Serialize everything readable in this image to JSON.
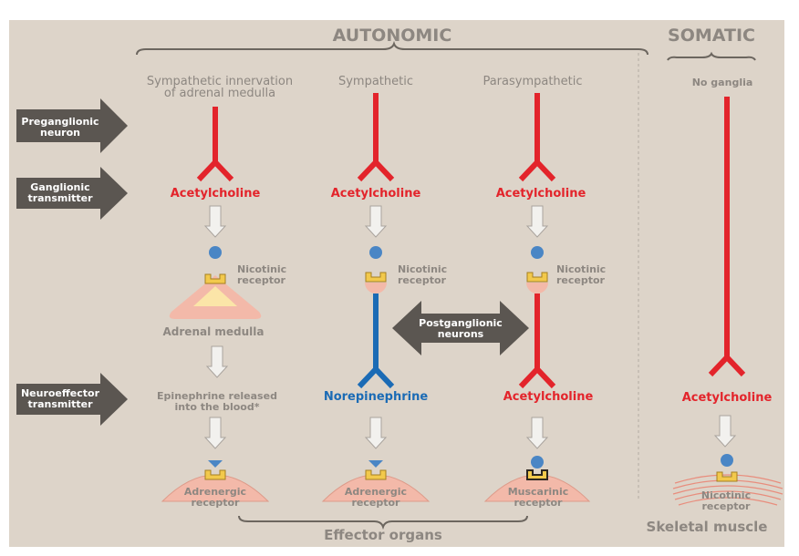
{
  "headers": {
    "autonomic": "AUTONOMIC",
    "somatic": "SOMATIC"
  },
  "columns": {
    "adrenal": {
      "title_line1": "Sympathetic innervation",
      "title_line2": "of adrenal medulla",
      "ganglionic_transmitter": "Acetylcholine",
      "ganglion_receptor_line1": "Nicotinic",
      "ganglion_receptor_line2": "receptor",
      "ganglion_label": "Adrenal medulla",
      "effector_transmitter_line1": "Epinephrine released",
      "effector_transmitter_line2": "into the blood*",
      "effector_receptor_line1": "Adrenergic",
      "effector_receptor_line2": "receptor"
    },
    "sympathetic": {
      "title": "Sympathetic",
      "ganglionic_transmitter": "Acetylcholine",
      "ganglion_receptor_line1": "Nicotinic",
      "ganglion_receptor_line2": "receptor",
      "effector_transmitter": "Norepinephrine",
      "effector_receptor_line1": "Adrenergic",
      "effector_receptor_line2": "receptor"
    },
    "parasympathetic": {
      "title": "Parasympathetic",
      "ganglionic_transmitter": "Acetylcholine",
      "ganglion_receptor_line1": "Nicotinic",
      "ganglion_receptor_line2": "receptor",
      "effector_transmitter": "Acetylcholine",
      "effector_receptor_line1": "Muscarinic",
      "effector_receptor_line2": "receptor"
    },
    "somatic": {
      "title": "No ganglia",
      "effector_transmitter": "Acetylcholine",
      "effector_receptor_line1": "Nicotinic",
      "effector_receptor_line2": "receptor"
    }
  },
  "row_arrows": {
    "preganglionic_line1": "Preganglionic",
    "preganglionic_line2": "neuron",
    "ganglionic_line1": "Ganglionic",
    "ganglionic_line2": "transmitter",
    "neuroeffector_line1": "Neuroeffector",
    "neuroeffector_line2": "transmitter"
  },
  "postganglionic": {
    "line1": "Postganglionic",
    "line2": "neurons"
  },
  "footer": {
    "effector_organs": "Effector organs",
    "skeletal_muscle": "Skeletal muscle"
  },
  "colors": {
    "panel": "#ddd4c9",
    "cholinergic_red": "#e3242b",
    "adrenergic_blue": "#1b6bb5",
    "label_gray": "#8d8781",
    "arrow_dark": "#5b5651",
    "receptor_yellow": "#f2c94c",
    "tissue_pink": "#f3b9a9",
    "molecule_blue": "#4a86c5"
  }
}
